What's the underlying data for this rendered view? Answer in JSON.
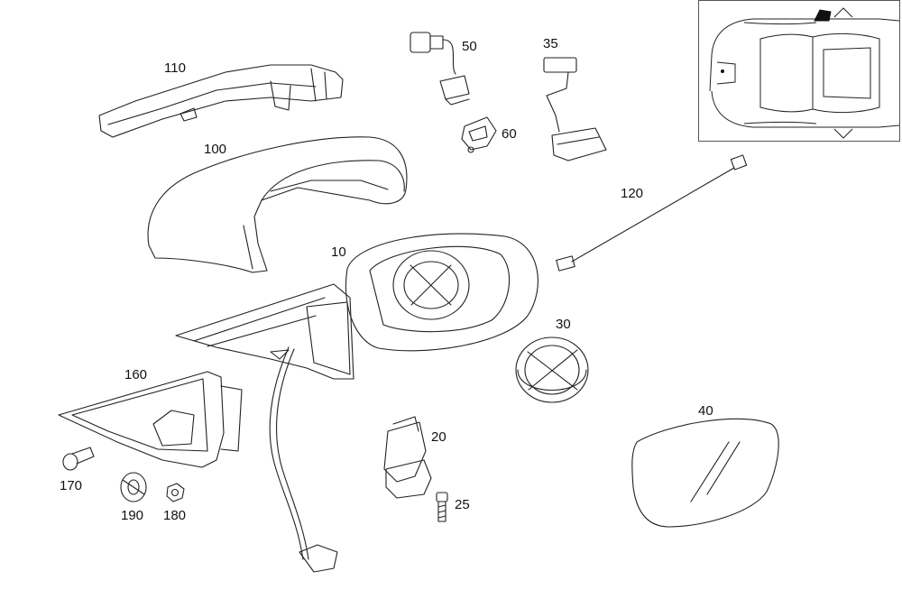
{
  "diagram": {
    "type": "exploded-parts-diagram",
    "stroke_color": "#222222",
    "background": "#ffffff",
    "parts": [
      {
        "id": "p110",
        "number": "110"
      },
      {
        "id": "p100",
        "number": "100"
      },
      {
        "id": "p50",
        "number": "50"
      },
      {
        "id": "p60",
        "number": "60"
      },
      {
        "id": "p35",
        "number": "35"
      },
      {
        "id": "p120",
        "number": "120"
      },
      {
        "id": "p10",
        "number": "10"
      },
      {
        "id": "p30",
        "number": "30"
      },
      {
        "id": "p160",
        "number": "160"
      },
      {
        "id": "p20",
        "number": "20"
      },
      {
        "id": "p25",
        "number": "25"
      },
      {
        "id": "p40",
        "number": "40"
      },
      {
        "id": "p170",
        "number": "170"
      },
      {
        "id": "p190",
        "number": "190"
      },
      {
        "id": "p180",
        "number": "180"
      }
    ],
    "inset": {
      "icon": "car-top-view-icon",
      "highlight_color": "#111111"
    }
  }
}
